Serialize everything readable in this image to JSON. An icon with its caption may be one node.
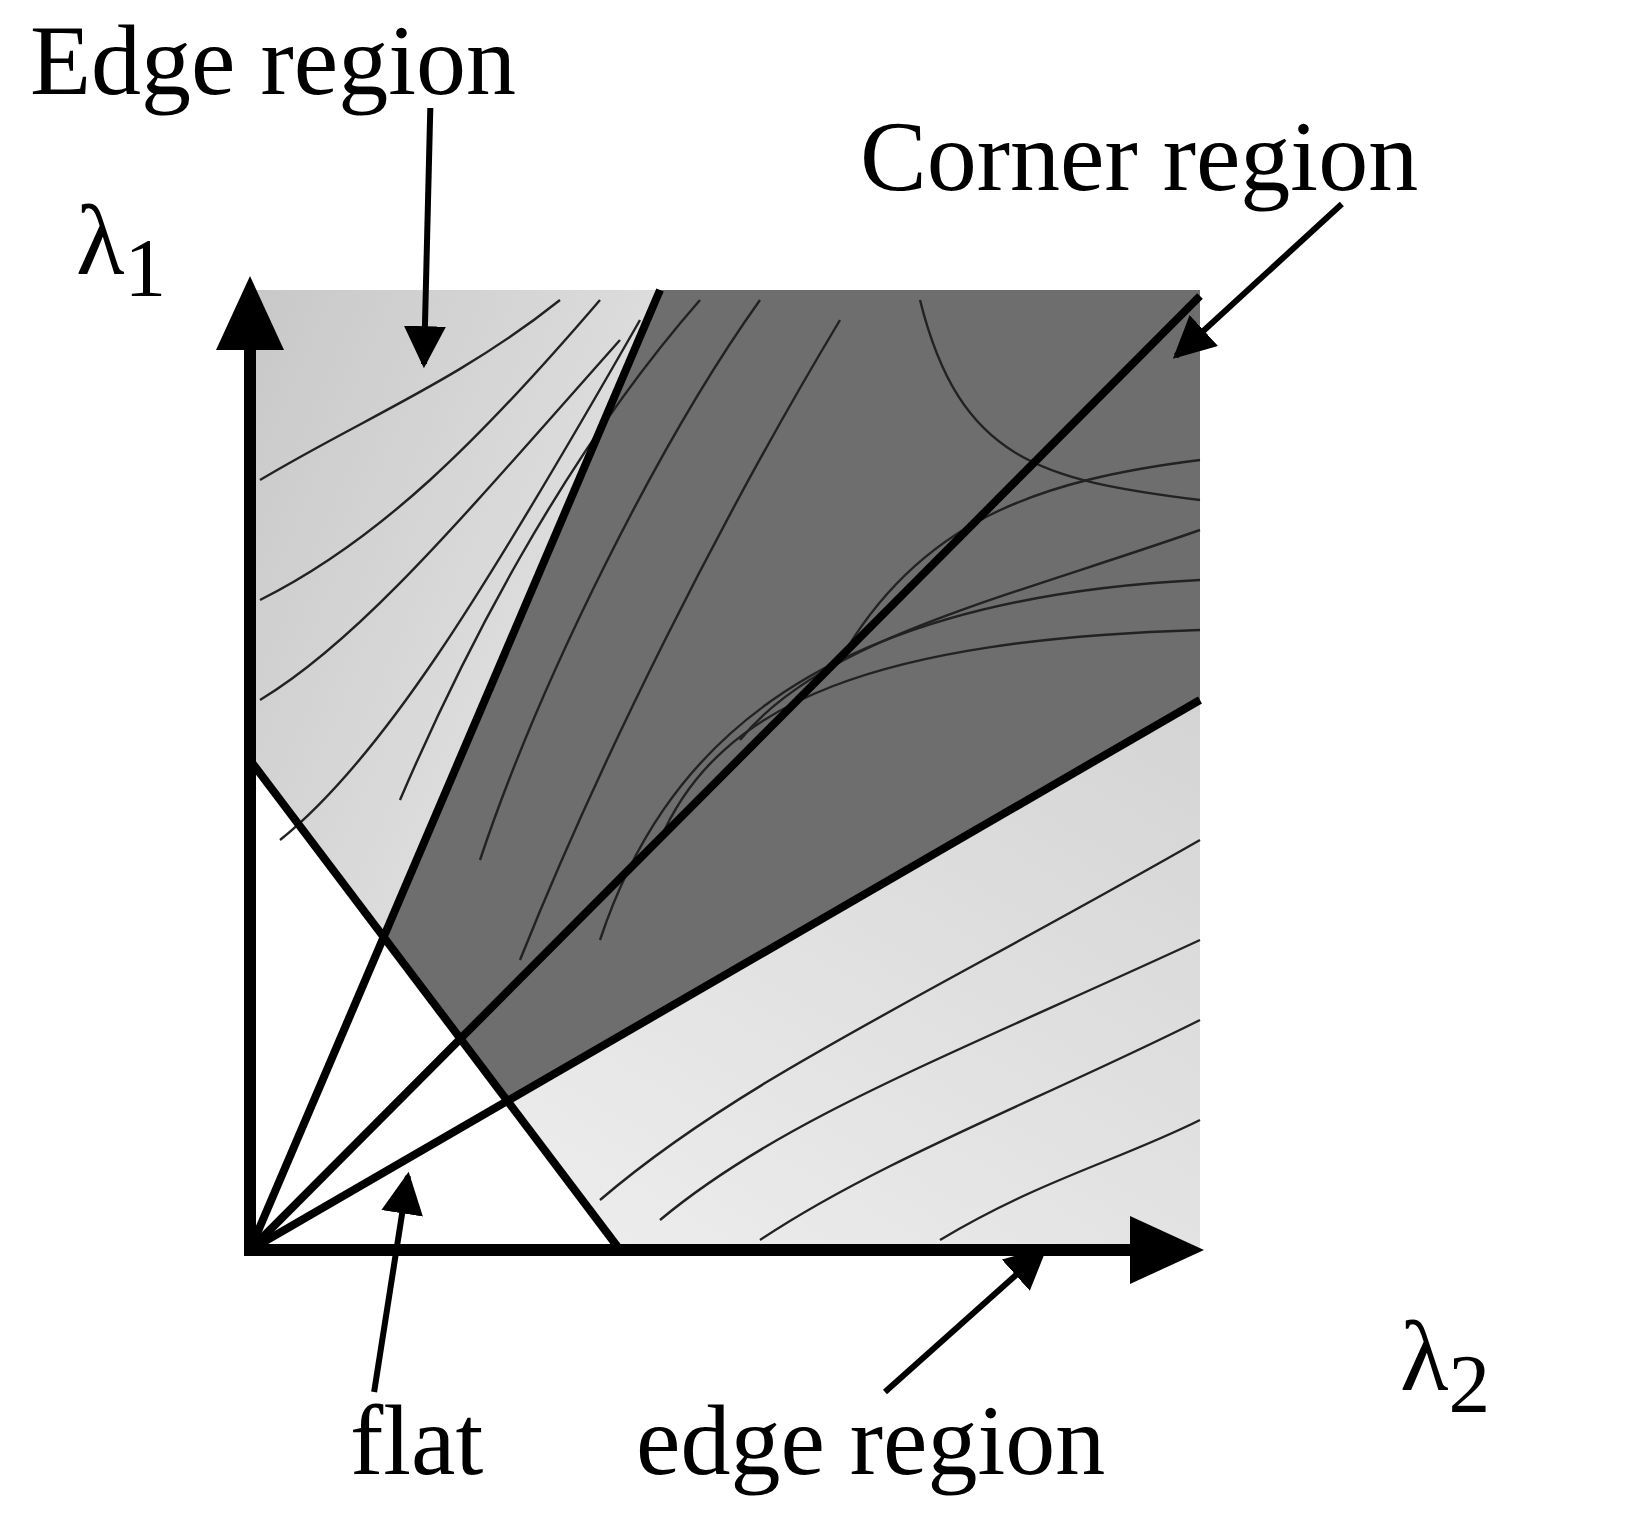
{
  "diagram": {
    "nodes": [
      {
        "text": [
          "Edge region"
        ]
      },
      {
        "text": [
          "Corner region"
        ]
      },
      {
        "text": [
          "flat"
        ]
      },
      {
        "text": [
          "edge region"
        ]
      }
    ],
    "edges": [
      {
        "from": 0,
        "to": null,
        "arrow": "to"
      },
      {
        "from": 1,
        "to": null,
        "arrow": "to"
      },
      {
        "from": 2,
        "to": null,
        "arrow": "to"
      },
      {
        "from": 3,
        "to": null,
        "arrow": "to"
      }
    ],
    "labels": [
      "λ$_{1}$",
      "λ$_{2}$"
    ]
  }
}
